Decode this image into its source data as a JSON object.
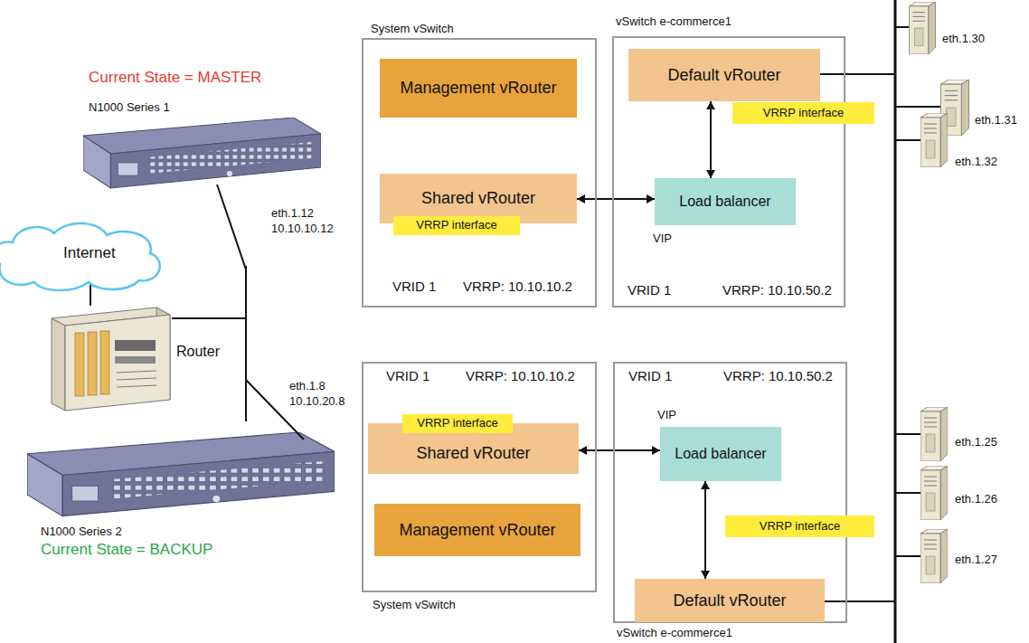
{
  "diagram": {
    "nodes": [
      {
        "text": [
          "System vSwitch",
          "VRID 1",
          "VRRP: 10.10.10.2"
        ]
      },
      {
        "text": [
          "Management vRouter"
        ],
        "in": 0
      },
      {
        "text": [
          "Shared vRouter"
        ],
        "in": 0
      },
      {
        "text": [
          "VRRP interface"
        ],
        "in": 0
      },
      {
        "text": [
          "vSwitch e-commerce1",
          "VRID 1",
          "VRRP: 10.10.50.2"
        ]
      },
      {
        "text": [
          "Default vRouter"
        ],
        "in": 4
      },
      {
        "text": [
          "VRRP interface"
        ],
        "in": 4
      },
      {
        "text": [
          "Load balancer",
          "VIP"
        ],
        "in": 4
      },
      {
        "text": [
          "Internet"
        ]
      },
      {
        "text": [
          "Router"
        ]
      },
      {
        "text": [
          "VRID 1",
          "VRRP: 10.10.10.2",
          "System vSwitch"
        ]
      },
      {
        "text": [
          "VRRP interface"
        ],
        "in": 10
      },
      {
        "text": [
          "Shared vRouter"
        ],
        "in": 10
      },
      {
        "text": [
          "Management vRouter"
        ],
        "in": 10
      },
      {
        "text": [
          "VRID 1",
          "VRRP: 10.10.50.2",
          "vSwitch e-commerce1"
        ]
      },
      {
        "text": [
          "VIP",
          "Load balancer"
        ],
        "in": 14
      },
      {
        "text": [
          "VRRP interface"
        ],
        "in": 14
      },
      {
        "text": [
          "Default vRouter"
        ],
        "in": 14
      }
    ],
    "edges": [
      {
        "from": 2,
        "to": 7,
        "arrow": "both"
      },
      {
        "from": 7,
        "to": 5,
        "arrow": "both"
      },
      {
        "from": 8,
        "to": 9,
        "arrow": "none"
      },
      {
        "from": 12,
        "to": 15,
        "arrow": "both"
      },
      {
        "from": 15,
        "to": 17,
        "arrow": "both"
      }
    ],
    "labels": [
      "Current State = MASTER",
      "N1000 Series 1",
      "eth.1.12",
      "10.10.10.12",
      "eth.1.8",
      "10.10.20.8",
      "N1000 Series 2",
      "Current State = BACKUP",
      "eth.1.30",
      "eth.1.31",
      "eth.1.32",
      "eth.1.25",
      "eth.1.26",
      "eth.1.27"
    ]
  }
}
